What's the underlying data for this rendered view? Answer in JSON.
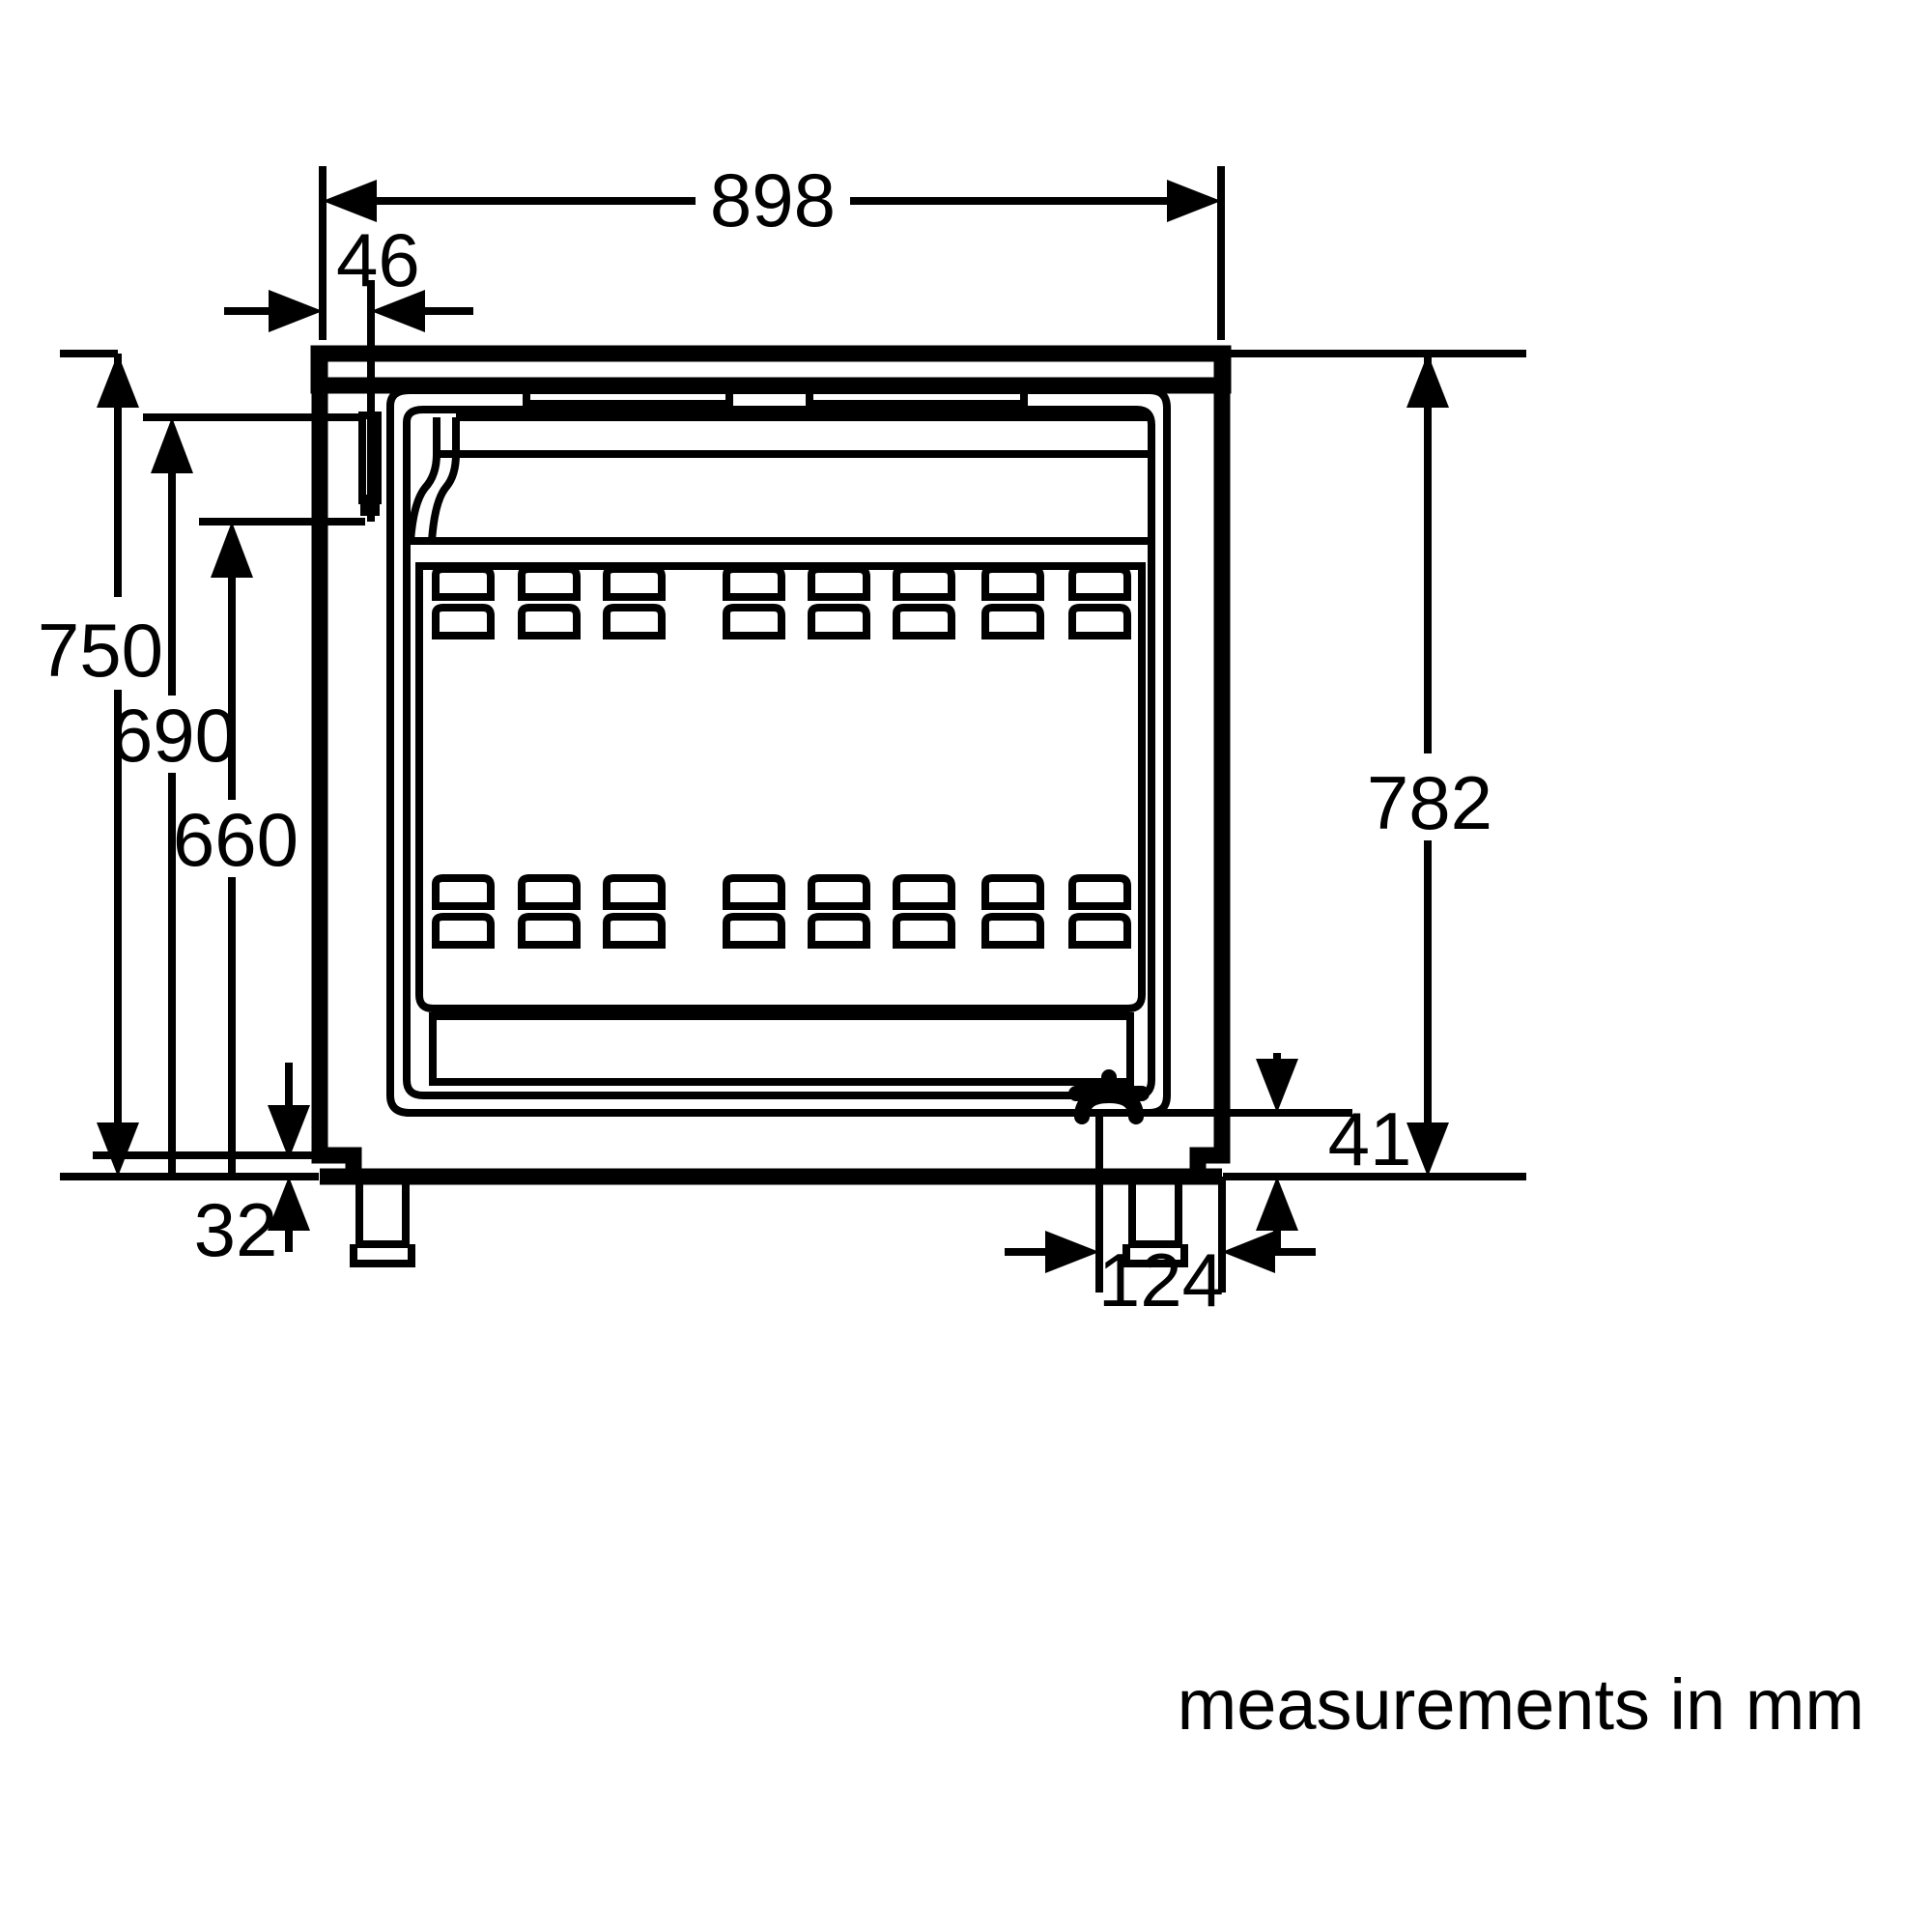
{
  "drawing": {
    "type": "technical-dimension-drawing",
    "subject": "range-cooker-front-view",
    "units": "mm",
    "caption": "measurements in mm",
    "line_color": "#000000",
    "background_color": "#ffffff"
  },
  "dimensions": {
    "overall_width": "898",
    "left_inset": "46",
    "height_to_worktop": "750",
    "height_690": "690",
    "height_660": "660",
    "plinth_height": "32",
    "overall_height_right": "782",
    "foot_clearance": "41",
    "foot_offset": "124"
  },
  "labels": [
    {
      "id": "width-898",
      "value": "898",
      "orientation": "horizontal",
      "position": "top"
    },
    {
      "id": "inset-46",
      "value": "46",
      "orientation": "horizontal",
      "position": "top-left"
    },
    {
      "id": "height-750",
      "value": "750",
      "orientation": "vertical",
      "position": "left"
    },
    {
      "id": "height-690",
      "value": "690",
      "orientation": "vertical",
      "position": "left"
    },
    {
      "id": "height-660",
      "value": "660",
      "orientation": "vertical",
      "position": "left"
    },
    {
      "id": "plinth-32",
      "value": "32",
      "orientation": "vertical",
      "position": "bottom-left"
    },
    {
      "id": "height-782",
      "value": "782",
      "orientation": "vertical",
      "position": "right"
    },
    {
      "id": "clearance-41",
      "value": "41",
      "orientation": "vertical",
      "position": "bottom-right"
    },
    {
      "id": "offset-124",
      "value": "124",
      "orientation": "horizontal",
      "position": "bottom-right"
    }
  ],
  "appliance": {
    "parts": [
      {
        "name": "worktop-slab",
        "description": "horizontal cooktop slab across the top"
      },
      {
        "name": "control-panel",
        "description": "recessed control strip below worktop"
      },
      {
        "name": "oven-door",
        "description": "large glass oven door with handle"
      },
      {
        "name": "door-handle",
        "description": "vertical bar handle on the left of the door"
      },
      {
        "name": "upper-grate",
        "description": "upper row of pan support grate segments"
      },
      {
        "name": "lower-grate",
        "description": "lower row of pan support grate segments"
      },
      {
        "name": "gas-valve-symbol",
        "description": "star-shaped gas connection symbol at lower right"
      },
      {
        "name": "left-foot",
        "description": "adjustable levelling foot, left"
      },
      {
        "name": "right-foot",
        "description": "adjustable levelling foot, right"
      },
      {
        "name": "kick-plate",
        "description": "bottom drawer/plinth face"
      }
    ]
  }
}
